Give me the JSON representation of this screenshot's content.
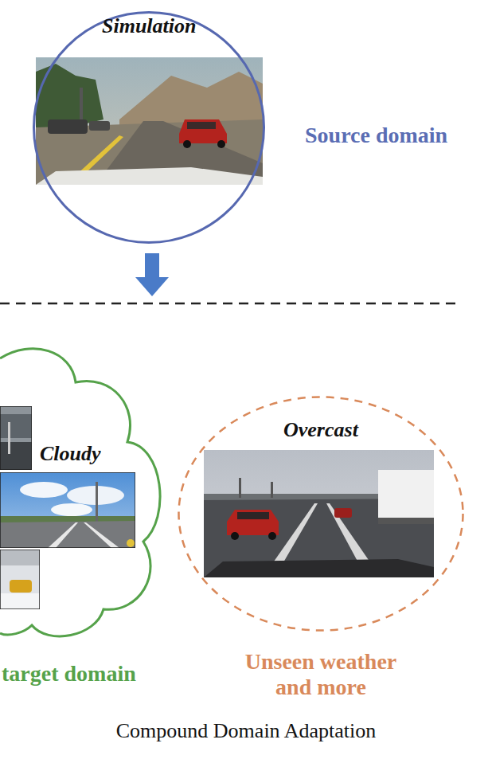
{
  "diagram": {
    "caption": "Compound Domain Adaptation",
    "nodes": [
      {
        "text": [
          "Simulation",
          "Source domain"
        ]
      },
      {
        "text": [
          "Cloudy",
          "target domain"
        ]
      },
      {
        "text": [
          "Overcast",
          "Unseen weather and more"
        ]
      }
    ]
  }
}
